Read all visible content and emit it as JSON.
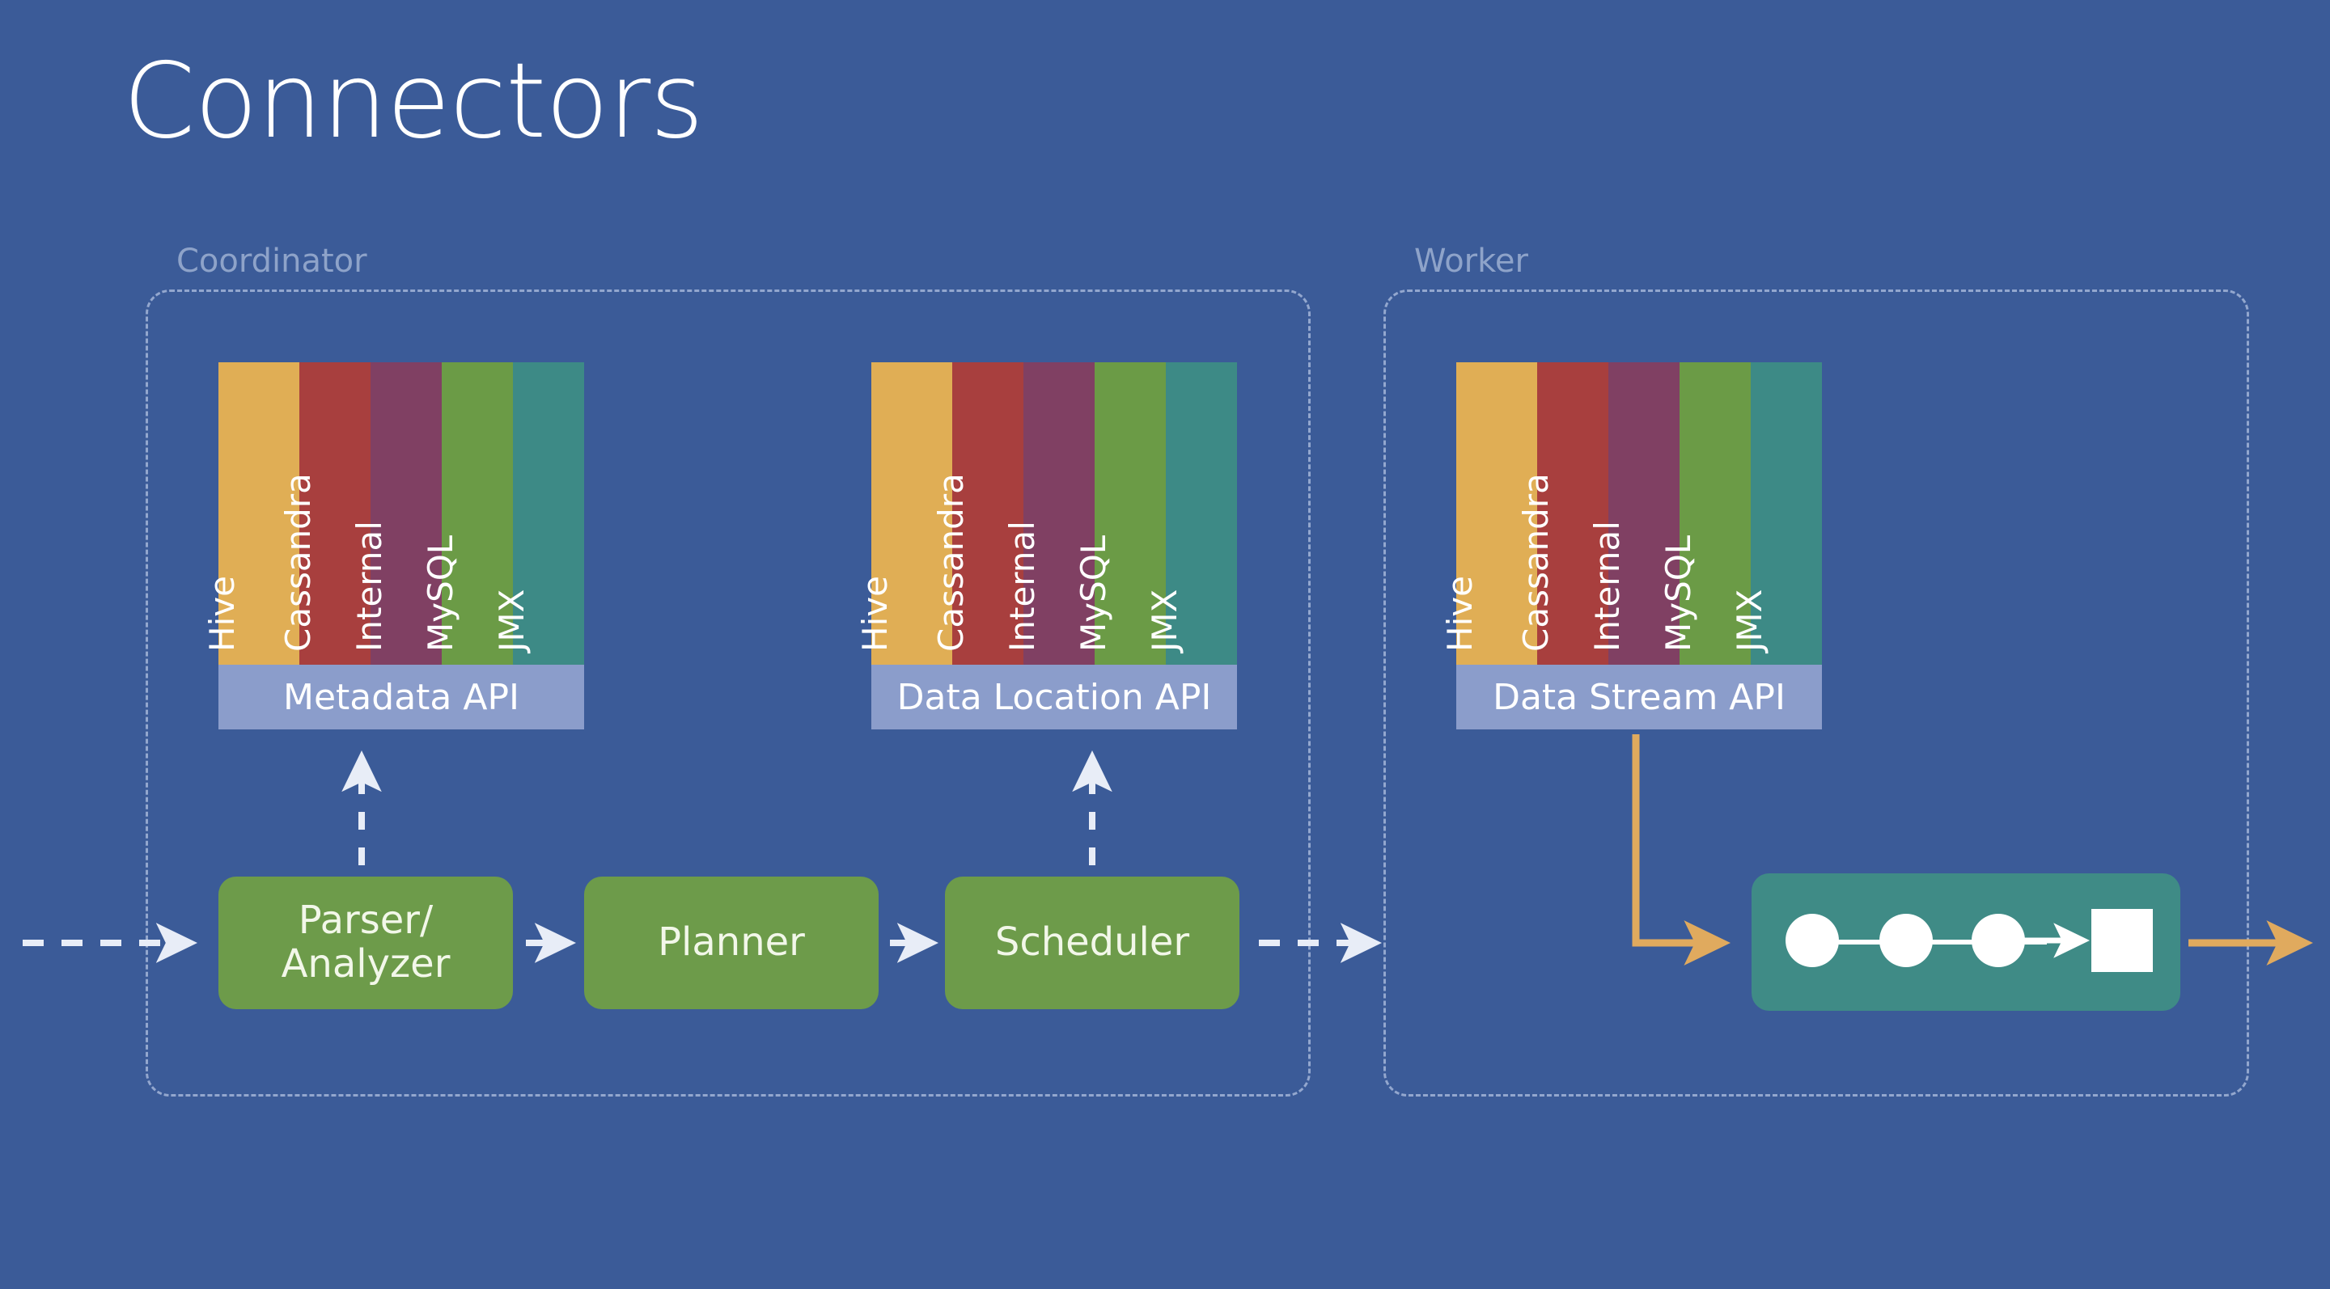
{
  "slide": {
    "title": "Connectors",
    "background_color": "#3b5b98"
  },
  "colors": {
    "background": "#3b5b98",
    "zone_border": "#93a7ce",
    "zone_label": "#8ea3c9",
    "process_box": "#6d9b4a",
    "operator_box": "#3f8b86",
    "api_band": "#8b9dcb",
    "arrow_white": "#e8edf7",
    "arrow_orange": "#e0aa5e",
    "connector_hive": "#e0ae55",
    "connector_cassandra": "#a83f3e",
    "connector_internal": "#804063",
    "connector_mysql": "#6b9b46",
    "connector_jmx": "#3d8a86"
  },
  "connector_names": [
    "Hive",
    "Cassandra",
    "Internal",
    "MySQL",
    "JMX"
  ],
  "zones": [
    {
      "id": "coordinator",
      "label": "Coordinator"
    },
    {
      "id": "worker",
      "label": "Worker"
    }
  ],
  "connector_stacks": [
    {
      "id": "metadata",
      "api_label": "Metadata API",
      "zone": "coordinator"
    },
    {
      "id": "data-location",
      "api_label": "Data Location API",
      "zone": "coordinator"
    },
    {
      "id": "data-stream",
      "api_label": "Data Stream API",
      "zone": "worker"
    }
  ],
  "process_boxes": [
    {
      "id": "parser-analyzer",
      "label": "Parser/\nAnalyzer",
      "line1": "Parser/",
      "line2": "Analyzer"
    },
    {
      "id": "planner",
      "label": "Planner"
    },
    {
      "id": "scheduler",
      "label": "Scheduler"
    }
  ],
  "operator_pipeline": {
    "id": "worker-operator-pipeline",
    "node_count": 3,
    "output_shape": "square"
  },
  "arrows": [
    {
      "id": "input-arrow",
      "style": "dashed",
      "color": "#e8edf7",
      "direction": "right"
    },
    {
      "id": "parser-to-metadata-api",
      "style": "dashed",
      "color": "#e8edf7",
      "direction": "up"
    },
    {
      "id": "parser-to-planner",
      "style": "solid",
      "color": "#e8edf7",
      "direction": "right"
    },
    {
      "id": "planner-to-scheduler",
      "style": "solid",
      "color": "#e8edf7",
      "direction": "right"
    },
    {
      "id": "scheduler-to-data-location-api",
      "style": "dashed",
      "color": "#e8edf7",
      "direction": "up"
    },
    {
      "id": "scheduler-to-worker",
      "style": "dashed",
      "color": "#e8edf7",
      "direction": "right"
    },
    {
      "id": "data-stream-api-to-pipeline",
      "style": "solid",
      "color": "#e0aa5e",
      "direction": "elbow-right"
    },
    {
      "id": "pipeline-output",
      "style": "solid",
      "color": "#e0aa5e",
      "direction": "right"
    }
  ]
}
